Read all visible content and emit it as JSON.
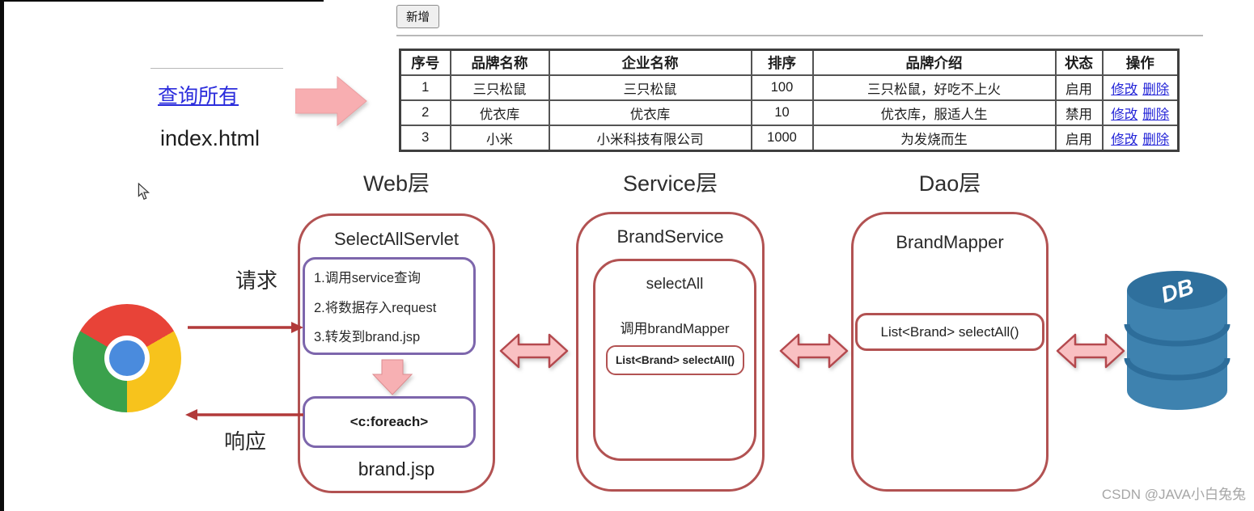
{
  "page": {
    "add_button": "新增",
    "watermark": "CSDN @JAVA小白兔兔"
  },
  "index_page": {
    "link": "查询所有",
    "filename": "index.html",
    "request_label": "请求",
    "response_label": "响应"
  },
  "table": {
    "headers": [
      "序号",
      "品牌名称",
      "企业名称",
      "排序",
      "品牌介绍",
      "状态",
      "操作"
    ],
    "rows": [
      {
        "no": "1",
        "brand": "三只松鼠",
        "company": "三只松鼠",
        "order": "100",
        "desc": "三只松鼠，好吃不上火",
        "status": "启用",
        "edit": "修改",
        "del": "删除"
      },
      {
        "no": "2",
        "brand": "优衣库",
        "company": "优衣库",
        "order": "10",
        "desc": "优衣库，服适人生",
        "status": "禁用",
        "edit": "修改",
        "del": "删除"
      },
      {
        "no": "3",
        "brand": "小米",
        "company": "小米科技有限公司",
        "order": "1000",
        "desc": "为发烧而生",
        "status": "启用",
        "edit": "修改",
        "del": "删除"
      }
    ]
  },
  "diagram": {
    "layers": {
      "web": "Web层",
      "service": "Service层",
      "dao": "Dao层"
    },
    "web": {
      "title": "SelectAllServlet",
      "steps": [
        "1.调用service查询",
        "2.将数据存入request",
        "3.转发到brand.jsp"
      ],
      "foreach_label": "<c:foreach>",
      "jsp": "brand.jsp"
    },
    "service": {
      "title": "BrandService",
      "method": "selectAll",
      "call": "调用brandMapper",
      "signature": "List<Brand> selectAll()"
    },
    "dao": {
      "title": "BrandMapper",
      "signature": "List<Brand> selectAll()"
    },
    "db_label": "DB"
  },
  "colors": {
    "link_blue": "#2526d8",
    "box_red": "#b25252",
    "box_purple": "#7d66ac",
    "arrow_pink": "#f8b4b6",
    "arrow_line_red": "#b23a3a",
    "db_blue": "#3e82af"
  }
}
